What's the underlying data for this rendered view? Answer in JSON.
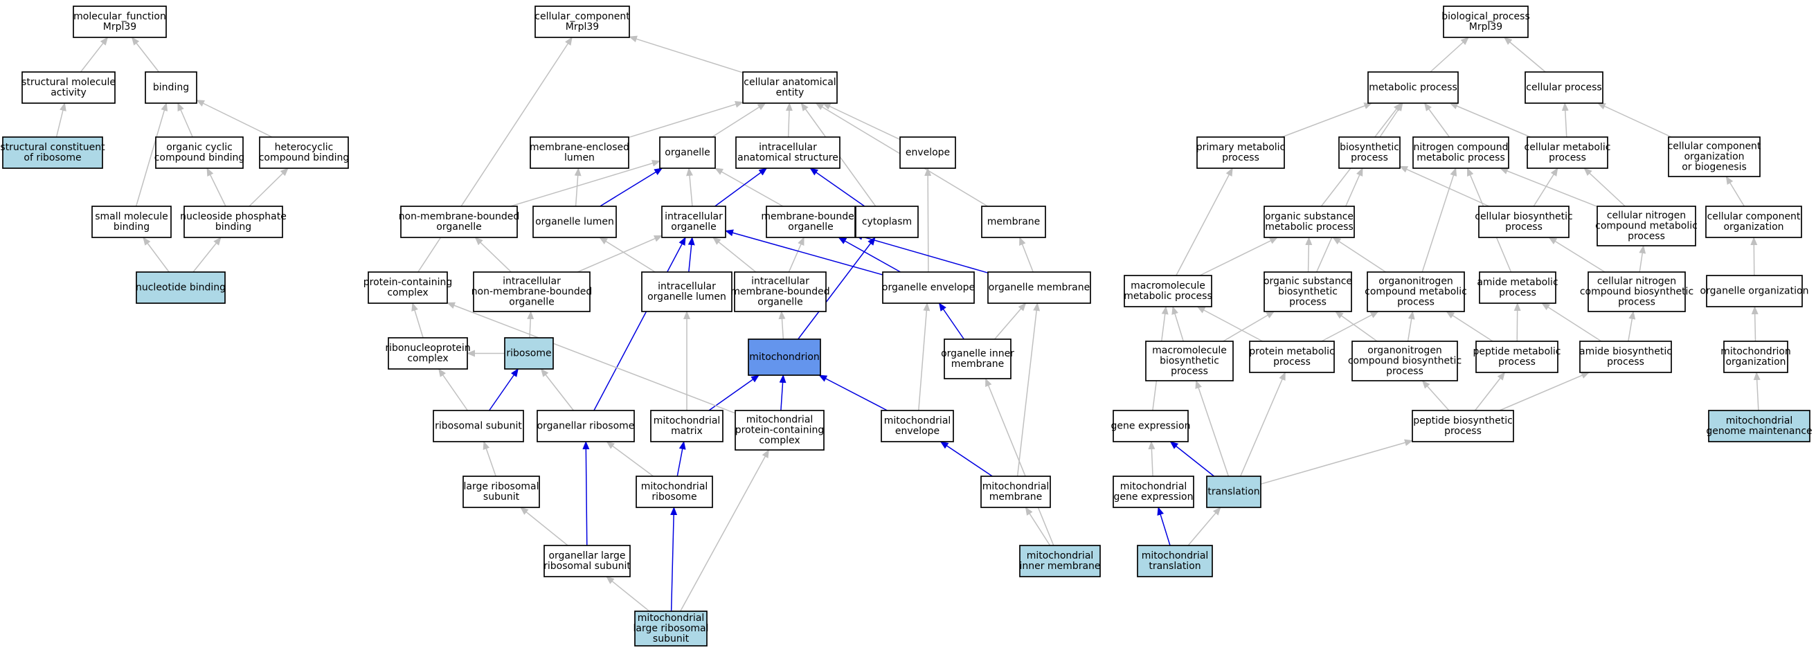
{
  "colors": {
    "default_fill": "#ffffff",
    "light_fill": "#add8e6",
    "focus_fill": "#6495ed",
    "gray_edge": "#c0c0c0",
    "blue_edge": "#0000e0"
  },
  "nodes": [
    {
      "id": "mf",
      "lines": [
        "molecular_function",
        "Mrpl39"
      ],
      "fill": "default"
    },
    {
      "id": "sma",
      "lines": [
        "structural molecule",
        "activity"
      ],
      "fill": "default"
    },
    {
      "id": "scr",
      "lines": [
        "structural constituent",
        "of ribosome"
      ],
      "fill": "light"
    },
    {
      "id": "binding",
      "lines": [
        "binding"
      ],
      "fill": "default"
    },
    {
      "id": "occb",
      "lines": [
        "organic cyclic",
        "compound binding"
      ],
      "fill": "default"
    },
    {
      "id": "hcb",
      "lines": [
        "heterocyclic",
        "compound binding"
      ],
      "fill": "default"
    },
    {
      "id": "smb",
      "lines": [
        "small molecule",
        "binding"
      ],
      "fill": "default"
    },
    {
      "id": "npb",
      "lines": [
        "nucleoside phosphate",
        "binding"
      ],
      "fill": "default"
    },
    {
      "id": "nb",
      "lines": [
        "nucleotide binding"
      ],
      "fill": "light"
    },
    {
      "id": "cc",
      "lines": [
        "cellular_component",
        "Mrpl39"
      ],
      "fill": "default"
    },
    {
      "id": "cae",
      "lines": [
        "cellular anatomical",
        "entity"
      ],
      "fill": "default"
    },
    {
      "id": "mel",
      "lines": [
        "membrane-enclosed",
        "lumen"
      ],
      "fill": "default"
    },
    {
      "id": "organelle",
      "lines": [
        "organelle"
      ],
      "fill": "default"
    },
    {
      "id": "ias",
      "lines": [
        "intracellular",
        "anatomical structure"
      ],
      "fill": "default"
    },
    {
      "id": "envelope",
      "lines": [
        "envelope"
      ],
      "fill": "default"
    },
    {
      "id": "nmbo",
      "lines": [
        "non-membrane-bounded",
        "organelle"
      ],
      "fill": "default"
    },
    {
      "id": "olumen",
      "lines": [
        "organelle lumen"
      ],
      "fill": "default"
    },
    {
      "id": "io",
      "lines": [
        "intracellular",
        "organelle"
      ],
      "fill": "default"
    },
    {
      "id": "mbo",
      "lines": [
        "membrane-bounded",
        "organelle"
      ],
      "fill": "default"
    },
    {
      "id": "cytoplasm",
      "lines": [
        "cytoplasm"
      ],
      "fill": "default"
    },
    {
      "id": "membrane",
      "lines": [
        "membrane"
      ],
      "fill": "default"
    },
    {
      "id": "pcc",
      "lines": [
        "protein-containing",
        "complex"
      ],
      "fill": "default"
    },
    {
      "id": "inmbo",
      "lines": [
        "intracellular",
        "non-membrane-bounded",
        "organelle"
      ],
      "fill": "default"
    },
    {
      "id": "iol",
      "lines": [
        "intracellular",
        "organelle lumen"
      ],
      "fill": "default"
    },
    {
      "id": "imbo",
      "lines": [
        "intracellular",
        "membrane-bounded",
        "organelle"
      ],
      "fill": "default"
    },
    {
      "id": "oenv",
      "lines": [
        "organelle envelope"
      ],
      "fill": "default"
    },
    {
      "id": "omem",
      "lines": [
        "organelle membrane"
      ],
      "fill": "default"
    },
    {
      "id": "rnpc",
      "lines": [
        "ribonucleoprotein",
        "complex"
      ],
      "fill": "default"
    },
    {
      "id": "ribosome",
      "lines": [
        "ribosome"
      ],
      "fill": "light"
    },
    {
      "id": "mito",
      "lines": [
        "mitochondrion"
      ],
      "fill": "focus"
    },
    {
      "id": "oim",
      "lines": [
        "organelle inner",
        "membrane"
      ],
      "fill": "default"
    },
    {
      "id": "rsu",
      "lines": [
        "ribosomal subunit"
      ],
      "fill": "default"
    },
    {
      "id": "orib",
      "lines": [
        "organellar ribosome"
      ],
      "fill": "default"
    },
    {
      "id": "mmatrix",
      "lines": [
        "mitochondrial",
        "matrix"
      ],
      "fill": "default"
    },
    {
      "id": "mpcc",
      "lines": [
        "mitochondrial",
        "protein-containing",
        "complex"
      ],
      "fill": "default"
    },
    {
      "id": "menv",
      "lines": [
        "mitochondrial",
        "envelope"
      ],
      "fill": "default"
    },
    {
      "id": "lrsu",
      "lines": [
        "large ribosomal",
        "subunit"
      ],
      "fill": "default"
    },
    {
      "id": "mrib",
      "lines": [
        "mitochondrial",
        "ribosome"
      ],
      "fill": "default"
    },
    {
      "id": "mmem",
      "lines": [
        "mitochondrial",
        "membrane"
      ],
      "fill": "default"
    },
    {
      "id": "olrsu",
      "lines": [
        "organellar large",
        "ribosomal subunit"
      ],
      "fill": "default"
    },
    {
      "id": "mim",
      "lines": [
        "mitochondrial",
        "inner membrane"
      ],
      "fill": "light"
    },
    {
      "id": "mlrsu",
      "lines": [
        "mitochondrial",
        "large ribosomal",
        "subunit"
      ],
      "fill": "light"
    },
    {
      "id": "bp",
      "lines": [
        "biological_process",
        "Mrpl39"
      ],
      "fill": "default"
    },
    {
      "id": "metab",
      "lines": [
        "metabolic process"
      ],
      "fill": "default"
    },
    {
      "id": "cellproc",
      "lines": [
        "cellular process"
      ],
      "fill": "default"
    },
    {
      "id": "pmp",
      "lines": [
        "primary metabolic",
        "process"
      ],
      "fill": "default"
    },
    {
      "id": "bsp",
      "lines": [
        "biosynthetic",
        "process"
      ],
      "fill": "default"
    },
    {
      "id": "ncmp",
      "lines": [
        "nitrogen compound",
        "metabolic process"
      ],
      "fill": "default"
    },
    {
      "id": "cmp",
      "lines": [
        "cellular metabolic",
        "process"
      ],
      "fill": "default"
    },
    {
      "id": "ccob",
      "lines": [
        "cellular component",
        "organization",
        "or biogenesis"
      ],
      "fill": "default"
    },
    {
      "id": "osmp",
      "lines": [
        "organic substance",
        "metabolic process"
      ],
      "fill": "default"
    },
    {
      "id": "cbsp",
      "lines": [
        "cellular biosynthetic",
        "process"
      ],
      "fill": "default"
    },
    {
      "id": "cncmp",
      "lines": [
        "cellular nitrogen",
        "compound metabolic",
        "process"
      ],
      "fill": "default"
    },
    {
      "id": "cco",
      "lines": [
        "cellular component",
        "organization"
      ],
      "fill": "default"
    },
    {
      "id": "mmp",
      "lines": [
        "macromolecule",
        "metabolic process"
      ],
      "fill": "default"
    },
    {
      "id": "osbp",
      "lines": [
        "organic substance",
        "biosynthetic",
        "process"
      ],
      "fill": "default"
    },
    {
      "id": "oncmp",
      "lines": [
        "organonitrogen",
        "compound metabolic",
        "process"
      ],
      "fill": "default"
    },
    {
      "id": "amp",
      "lines": [
        "amide metabolic",
        "process"
      ],
      "fill": "default"
    },
    {
      "id": "cncbp",
      "lines": [
        "cellular nitrogen",
        "compound biosynthetic",
        "process"
      ],
      "fill": "default"
    },
    {
      "id": "oo",
      "lines": [
        "organelle organization"
      ],
      "fill": "default"
    },
    {
      "id": "mbp",
      "lines": [
        "macromolecule",
        "biosynthetic",
        "process"
      ],
      "fill": "default"
    },
    {
      "id": "protmp",
      "lines": [
        "protein metabolic",
        "process"
      ],
      "fill": "default"
    },
    {
      "id": "oncbp",
      "lines": [
        "organonitrogen",
        "compound biosynthetic",
        "process"
      ],
      "fill": "default"
    },
    {
      "id": "pepmp",
      "lines": [
        "peptide metabolic",
        "process"
      ],
      "fill": "default"
    },
    {
      "id": "abp",
      "lines": [
        "amide biosynthetic",
        "process"
      ],
      "fill": "default"
    },
    {
      "id": "mo",
      "lines": [
        "mitochondrion",
        "organization"
      ],
      "fill": "default"
    },
    {
      "id": "ge",
      "lines": [
        "gene expression"
      ],
      "fill": "default"
    },
    {
      "id": "pbp",
      "lines": [
        "peptide biosynthetic",
        "process"
      ],
      "fill": "default"
    },
    {
      "id": "mgm",
      "lines": [
        "mitochondrial",
        "genome maintenance"
      ],
      "fill": "light"
    },
    {
      "id": "mge",
      "lines": [
        "mitochondrial",
        "gene expression"
      ],
      "fill": "default"
    },
    {
      "id": "translation",
      "lines": [
        "translation"
      ],
      "fill": "light"
    },
    {
      "id": "mtrans",
      "lines": [
        "mitochondrial",
        "translation"
      ],
      "fill": "light"
    }
  ],
  "edges": [
    [
      "sma",
      "mf",
      "gray"
    ],
    [
      "binding",
      "mf",
      "gray"
    ],
    [
      "scr",
      "sma",
      "gray"
    ],
    [
      "occb",
      "binding",
      "gray"
    ],
    [
      "hcb",
      "binding",
      "gray"
    ],
    [
      "smb",
      "binding",
      "gray"
    ],
    [
      "npb",
      "occb",
      "gray"
    ],
    [
      "npb",
      "hcb",
      "gray"
    ],
    [
      "nb",
      "smb",
      "gray"
    ],
    [
      "nb",
      "npb",
      "gray"
    ],
    [
      "cae",
      "cc",
      "gray"
    ],
    [
      "pcc",
      "cc",
      "gray"
    ],
    [
      "mel",
      "cae",
      "gray"
    ],
    [
      "organelle",
      "cae",
      "gray"
    ],
    [
      "ias",
      "cae",
      "gray"
    ],
    [
      "envelope",
      "cae",
      "gray"
    ],
    [
      "cytoplasm",
      "cae",
      "gray"
    ],
    [
      "membrane",
      "cae",
      "gray"
    ],
    [
      "nmbo",
      "organelle",
      "gray"
    ],
    [
      "olumen",
      "organelle",
      "blue"
    ],
    [
      "io",
      "organelle",
      "gray"
    ],
    [
      "mbo",
      "organelle",
      "gray"
    ],
    [
      "olumen",
      "mel",
      "gray"
    ],
    [
      "io",
      "ias",
      "blue"
    ],
    [
      "cytoplasm",
      "ias",
      "blue"
    ],
    [
      "inmbo",
      "nmbo",
      "gray"
    ],
    [
      "inmbo",
      "io",
      "gray"
    ],
    [
      "iol",
      "olumen",
      "gray"
    ],
    [
      "iol",
      "io",
      "blue"
    ],
    [
      "imbo",
      "io",
      "gray"
    ],
    [
      "imbo",
      "mbo",
      "gray"
    ],
    [
      "oenv",
      "mbo",
      "blue"
    ],
    [
      "oenv",
      "envelope",
      "gray"
    ],
    [
      "oenv",
      "io",
      "blue"
    ],
    [
      "omem",
      "mbo",
      "blue"
    ],
    [
      "omem",
      "membrane",
      "gray"
    ],
    [
      "rnpc",
      "pcc",
      "gray"
    ],
    [
      "ribosome",
      "inmbo",
      "gray"
    ],
    [
      "ribosome",
      "rnpc",
      "gray"
    ],
    [
      "mito",
      "imbo",
      "gray"
    ],
    [
      "mito",
      "cytoplasm",
      "blue"
    ],
    [
      "oim",
      "oenv",
      "blue"
    ],
    [
      "oim",
      "omem",
      "gray"
    ],
    [
      "rsu",
      "rnpc",
      "gray"
    ],
    [
      "rsu",
      "ribosome",
      "blue"
    ],
    [
      "orib",
      "ribosome",
      "gray"
    ],
    [
      "orib",
      "io",
      "blue"
    ],
    [
      "mmatrix",
      "iol",
      "gray"
    ],
    [
      "mmatrix",
      "mito",
      "blue"
    ],
    [
      "mpcc",
      "mito",
      "blue"
    ],
    [
      "mpcc",
      "pcc",
      "gray"
    ],
    [
      "menv",
      "mito",
      "blue"
    ],
    [
      "menv",
      "oenv",
      "gray"
    ],
    [
      "lrsu",
      "rsu",
      "gray"
    ],
    [
      "mrib",
      "orib",
      "gray"
    ],
    [
      "mrib",
      "mmatrix",
      "blue"
    ],
    [
      "mmem",
      "menv",
      "blue"
    ],
    [
      "mmem",
      "omem",
      "gray"
    ],
    [
      "olrsu",
      "lrsu",
      "gray"
    ],
    [
      "olrsu",
      "orib",
      "blue"
    ],
    [
      "mim",
      "mmem",
      "gray"
    ],
    [
      "mim",
      "oim",
      "gray"
    ],
    [
      "mlrsu",
      "olrsu",
      "gray"
    ],
    [
      "mlrsu",
      "mrib",
      "blue"
    ],
    [
      "mlrsu",
      "mpcc",
      "gray"
    ],
    [
      "metab",
      "bp",
      "gray"
    ],
    [
      "cellproc",
      "bp",
      "gray"
    ],
    [
      "pmp",
      "metab",
      "gray"
    ],
    [
      "bsp",
      "metab",
      "gray"
    ],
    [
      "ncmp",
      "metab",
      "gray"
    ],
    [
      "cmp",
      "metab",
      "gray"
    ],
    [
      "cmp",
      "cellproc",
      "gray"
    ],
    [
      "ccob",
      "cellproc",
      "gray"
    ],
    [
      "osmp",
      "metab",
      "gray"
    ],
    [
      "cbsp",
      "bsp",
      "gray"
    ],
    [
      "cbsp",
      "cmp",
      "gray"
    ],
    [
      "cncmp",
      "ncmp",
      "gray"
    ],
    [
      "cncmp",
      "cmp",
      "gray"
    ],
    [
      "cco",
      "ccob",
      "gray"
    ],
    [
      "mmp",
      "osmp",
      "gray"
    ],
    [
      "mmp",
      "pmp",
      "gray"
    ],
    [
      "osbp",
      "osmp",
      "gray"
    ],
    [
      "osbp",
      "bsp",
      "gray"
    ],
    [
      "oncmp",
      "osmp",
      "gray"
    ],
    [
      "oncmp",
      "ncmp",
      "gray"
    ],
    [
      "amp",
      "ncmp",
      "gray"
    ],
    [
      "cncbp",
      "cncmp",
      "gray"
    ],
    [
      "cncbp",
      "cbsp",
      "gray"
    ],
    [
      "oo",
      "cco",
      "gray"
    ],
    [
      "mbp",
      "mmp",
      "gray"
    ],
    [
      "mbp",
      "osbp",
      "gray"
    ],
    [
      "protmp",
      "mmp",
      "gray"
    ],
    [
      "protmp",
      "oncmp",
      "gray"
    ],
    [
      "oncbp",
      "oncmp",
      "gray"
    ],
    [
      "oncbp",
      "osbp",
      "gray"
    ],
    [
      "pepmp",
      "amp",
      "gray"
    ],
    [
      "pepmp",
      "oncmp",
      "gray"
    ],
    [
      "abp",
      "amp",
      "gray"
    ],
    [
      "abp",
      "cncbp",
      "gray"
    ],
    [
      "mo",
      "oo",
      "gray"
    ],
    [
      "ge",
      "mmp",
      "gray"
    ],
    [
      "pbp",
      "pepmp",
      "gray"
    ],
    [
      "pbp",
      "abp",
      "gray"
    ],
    [
      "pbp",
      "oncbp",
      "gray"
    ],
    [
      "mgm",
      "mo",
      "gray"
    ],
    [
      "mge",
      "ge",
      "gray"
    ],
    [
      "translation",
      "ge",
      "blue"
    ],
    [
      "translation",
      "protmp",
      "gray"
    ],
    [
      "translation",
      "mbp",
      "gray"
    ],
    [
      "translation",
      "pbp",
      "gray"
    ],
    [
      "mtrans",
      "mge",
      "blue"
    ],
    [
      "mtrans",
      "translation",
      "gray"
    ]
  ]
}
